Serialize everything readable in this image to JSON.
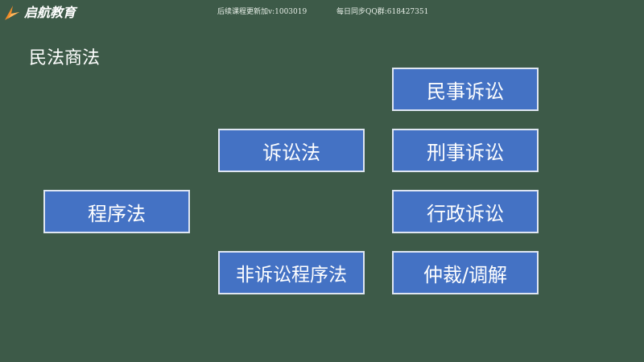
{
  "header": {
    "logo_text": "启航教育",
    "logo_icon": "arrow-swoosh-icon",
    "watermark_left": "后续课程更新加v:1003019",
    "watermark_right": "每日同步QQ群:618427351"
  },
  "slide": {
    "title": "民法商法"
  },
  "diagram": {
    "root": "程序法",
    "litigation": "诉讼法",
    "non_litigation": "非诉讼程序法",
    "civil": "民事诉讼",
    "criminal": "刑事诉讼",
    "administrative": "行政诉讼",
    "arbitration": "仲裁/调解"
  },
  "colors": {
    "background": "#3d5a48",
    "box_fill": "#4472c4",
    "box_border": "#dfe6f2",
    "logo_accent": "#f28c28"
  }
}
